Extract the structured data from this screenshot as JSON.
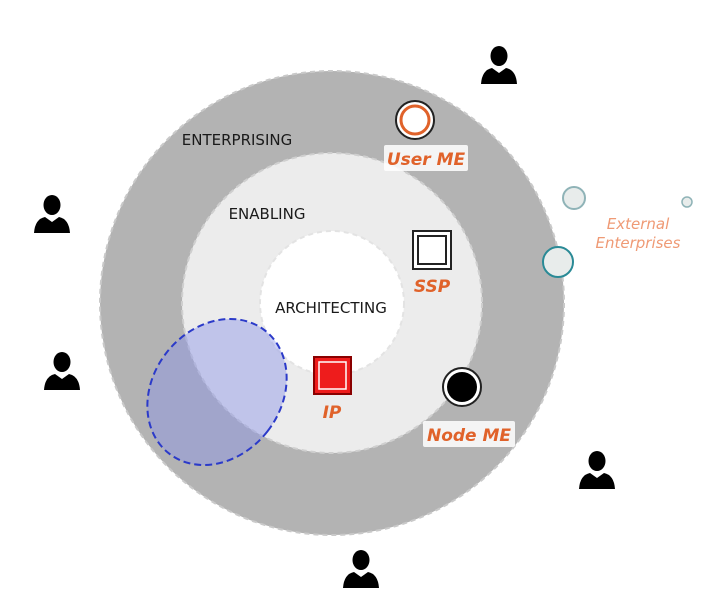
{
  "layers": {
    "outer": {
      "label": "ENTERPRISING",
      "color": "#b3b3b3"
    },
    "middle": {
      "label": "ENABLING",
      "color": "#ececec"
    },
    "inner": {
      "label": "ARCHITECTING",
      "color": "#ffffff"
    }
  },
  "nodes": {
    "user_me": {
      "label": "User ME",
      "color": "#e0622a"
    },
    "ssp": {
      "label": "SSP",
      "color": "#e0622a"
    },
    "ip": {
      "label": "IP",
      "color": "#e0622a",
      "fill": "#ee1c1c"
    },
    "node_me": {
      "label": "Node ME",
      "color": "#e0622a"
    }
  },
  "external": {
    "line1": "External",
    "line2": "Enterprises",
    "circle_color": "#2a8a96"
  },
  "overlap_region": {
    "fill": "#8c95e8",
    "stroke": "#2b3ac9"
  },
  "icons": [
    "user-icon",
    "user-icon",
    "user-icon",
    "user-icon",
    "user-icon",
    "user-icon"
  ]
}
